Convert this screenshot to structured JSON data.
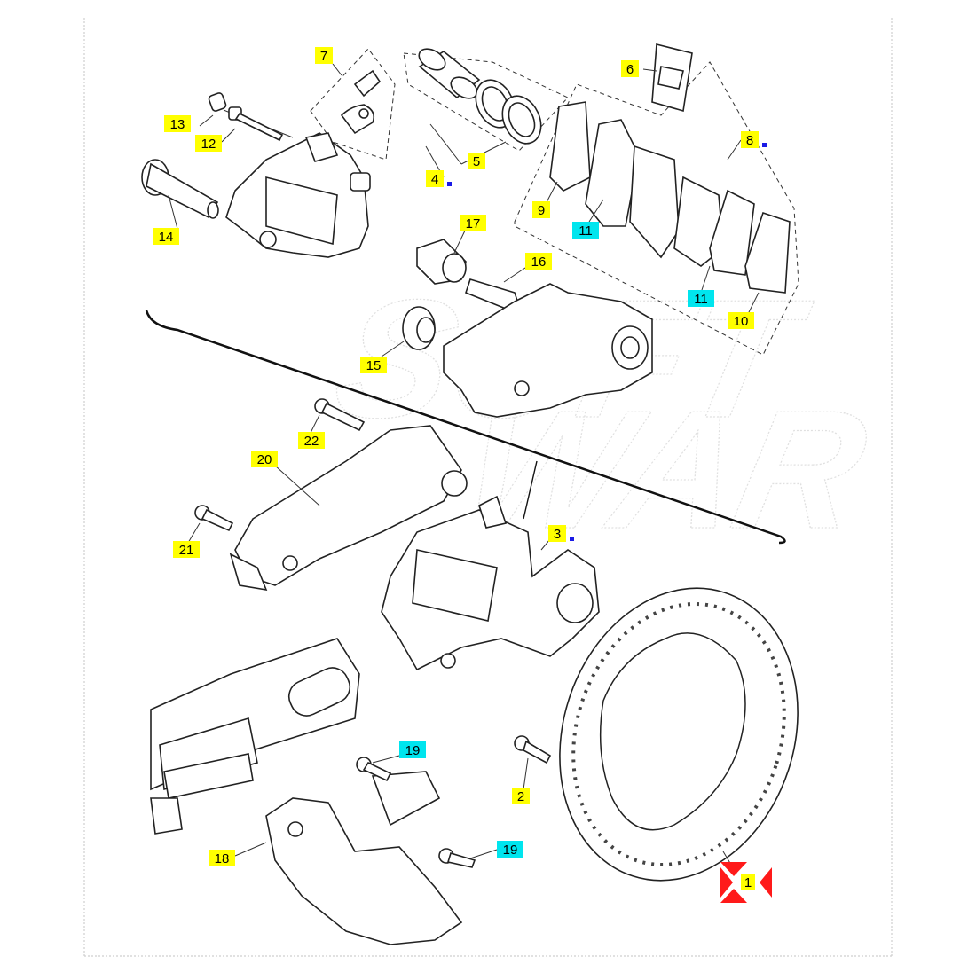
{
  "colors": {
    "label_yellow": "#ffff00",
    "label_cyan": "#00e5ee",
    "marker_blue": "#1a1ae6",
    "highlight_red": "#ff1a1a",
    "line": "#222222"
  },
  "watermark": {
    "line1": "SOFT",
    "line2": "WAR"
  },
  "callouts": [
    {
      "id": "13",
      "text": "13",
      "style": "yellow",
      "blue_dot": false
    },
    {
      "id": "12",
      "text": "12",
      "style": "yellow",
      "blue_dot": false
    },
    {
      "id": "7",
      "text": "7",
      "style": "yellow",
      "blue_dot": false
    },
    {
      "id": "14",
      "text": "14",
      "style": "yellow",
      "blue_dot": false
    },
    {
      "id": "4",
      "text": "4",
      "style": "yellow",
      "blue_dot": true
    },
    {
      "id": "5",
      "text": "5",
      "style": "yellow",
      "blue_dot": false
    },
    {
      "id": "6",
      "text": "6",
      "style": "yellow",
      "blue_dot": false
    },
    {
      "id": "8",
      "text": "8",
      "style": "yellow",
      "blue_dot": true
    },
    {
      "id": "9",
      "text": "9",
      "style": "yellow",
      "blue_dot": false
    },
    {
      "id": "11a",
      "text": "11",
      "style": "cyan",
      "blue_dot": false
    },
    {
      "id": "11b",
      "text": "11",
      "style": "cyan",
      "blue_dot": false
    },
    {
      "id": "10",
      "text": "10",
      "style": "yellow",
      "blue_dot": false
    },
    {
      "id": "17",
      "text": "17",
      "style": "yellow",
      "blue_dot": false
    },
    {
      "id": "16",
      "text": "16",
      "style": "yellow",
      "blue_dot": false
    },
    {
      "id": "15",
      "text": "15",
      "style": "yellow",
      "blue_dot": false
    },
    {
      "id": "22",
      "text": "22",
      "style": "yellow",
      "blue_dot": false
    },
    {
      "id": "20",
      "text": "20",
      "style": "yellow",
      "blue_dot": false
    },
    {
      "id": "21",
      "text": "21",
      "style": "yellow",
      "blue_dot": false
    },
    {
      "id": "3",
      "text": "3",
      "style": "yellow",
      "blue_dot": true
    },
    {
      "id": "19a",
      "text": "19",
      "style": "cyan",
      "blue_dot": false
    },
    {
      "id": "19b",
      "text": "19",
      "style": "cyan",
      "blue_dot": false
    },
    {
      "id": "2",
      "text": "2",
      "style": "yellow",
      "blue_dot": false
    },
    {
      "id": "18",
      "text": "18",
      "style": "yellow",
      "blue_dot": false
    },
    {
      "id": "1",
      "text": "1",
      "style": "yellow",
      "blue_dot": false,
      "highlighted": true
    }
  ]
}
